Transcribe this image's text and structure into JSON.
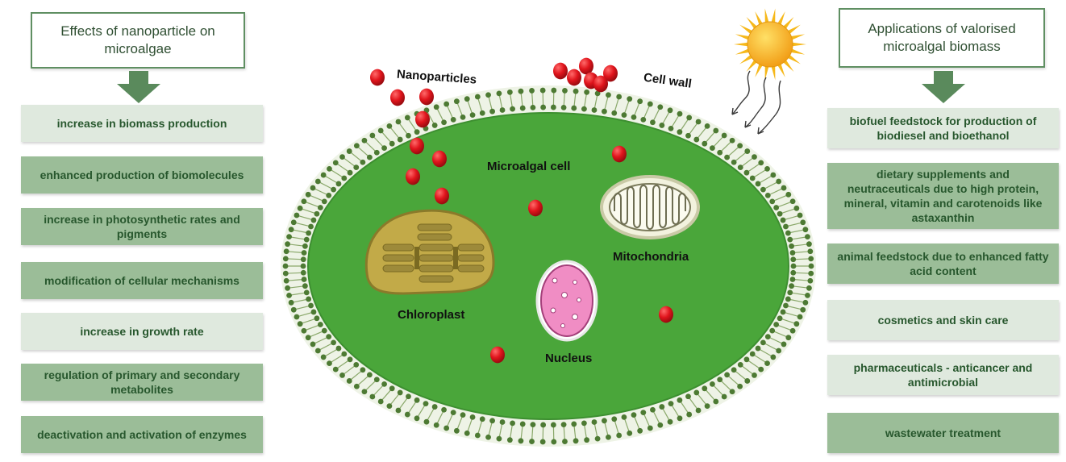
{
  "left_panel": {
    "title": "Effects of nanoparticle on microalgae",
    "items": [
      "increase in biomass production",
      "enhanced production of biomolecules",
      "increase in photosynthetic rates and pigments",
      "modification of cellular mechanisms",
      "increase in growth rate",
      "regulation of primary and secondary metabolites",
      "deactivation and activation of enzymes"
    ]
  },
  "right_panel": {
    "title": "Applications of valorised microalgal biomass",
    "items": [
      "biofuel feedstock for production of biodiesel and bioethanol",
      "dietary supplements and neutraceuticals due to high protein, mineral, vitamin and carotenoids like astaxanthin",
      "animal feedstock due to enhanced fatty acid content",
      "cosmetics and skin care",
      "pharmaceuticals - anticancer and antimicrobial",
      "wastewater treatment"
    ]
  },
  "cell": {
    "nanoparticles_label": "Nanoparticles",
    "cell_wall_label": "Cell wall",
    "microalgal_cell_label": "Microalgal cell",
    "mitochondria_label": "Mitochondria",
    "chloroplast_label": "Chloroplast",
    "nucleus_label": "Nucleus"
  },
  "colors": {
    "panel_border": "#5f8f62",
    "arrow": "#5a8a5c",
    "item_light": "#dfe9de",
    "item_dark": "#9bbd98",
    "item_text": "#27572d",
    "cytoplasm": "#4aa63a",
    "nanoparticle": "#e0141c",
    "chloroplast": "#c2aa48",
    "sun": "#f6b81a"
  }
}
